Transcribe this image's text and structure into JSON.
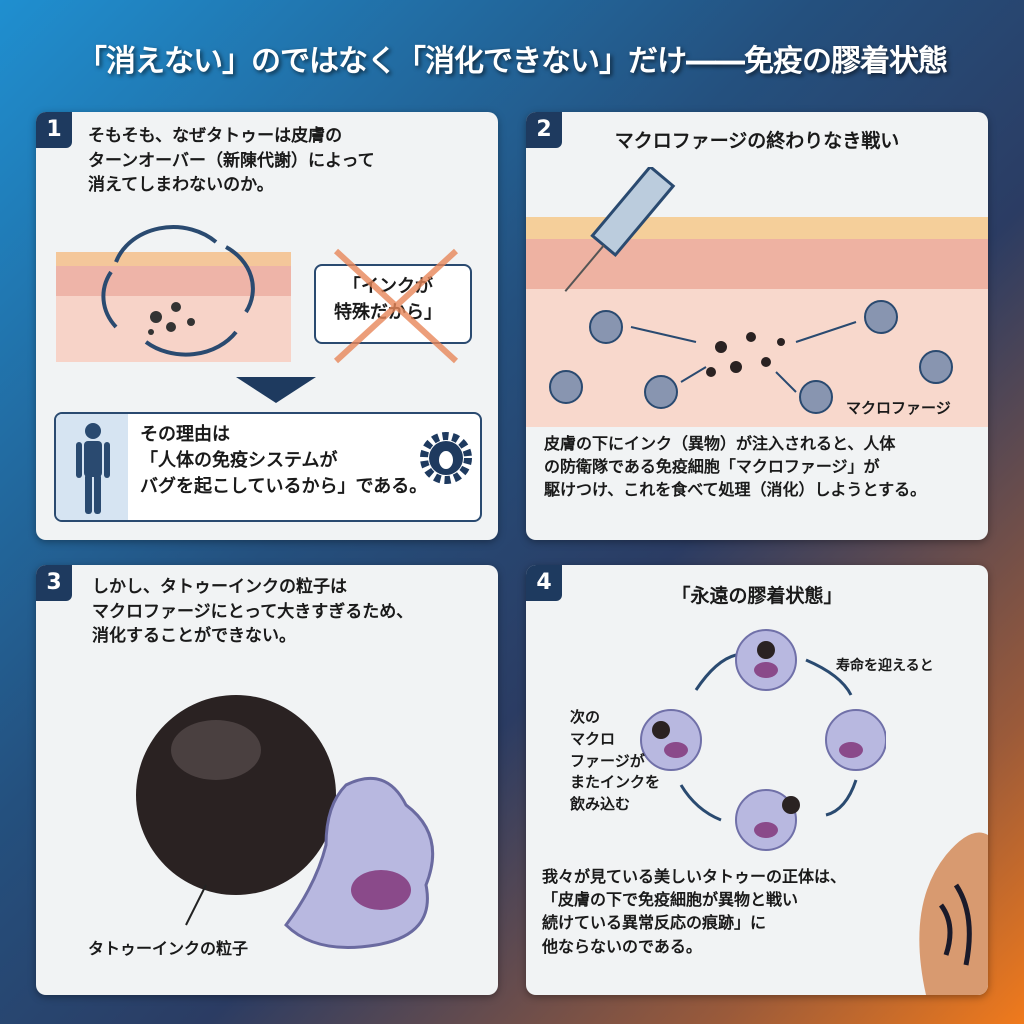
{
  "title": "「消えない」のではなく「消化できない」だけ――免疫の膠着状態",
  "panels": [
    {
      "number": "1",
      "text": [
        "そもそも、なぜタトゥーは皮膚の",
        "ターンオーバー（新陳代謝）によって",
        "消えてしまわないのか。"
      ],
      "crossed_label": [
        "「インクが",
        "特殊だから」"
      ],
      "reason": [
        "その理由は",
        "「人体の免疫システムが",
        "バグを起こしているから」である。"
      ]
    },
    {
      "number": "2",
      "heading": "マクロファージの終わりなき戦い",
      "cell_label": "マクロファージ",
      "text": [
        "皮膚の下にインク（異物）が注入されると、人体",
        "の防衛隊である免疫細胞「マクロファージ」が",
        "駆けつけ、これを食べて処理（消化）しようとする。"
      ]
    },
    {
      "number": "3",
      "text": [
        "しかし、タトゥーインクの粒子は",
        "マクロファージにとって大きすぎるため、",
        "消化することができない。"
      ],
      "particle_label": "タトゥーインクの粒子"
    },
    {
      "number": "4",
      "heading": "「永遠の膠着状態」",
      "lifespan_label": "寿命を迎えると",
      "next_label": [
        "次の",
        "マクロ",
        "ファージが",
        "またインクを",
        "飲み込む"
      ],
      "text": [
        "我々が見ている美しいタトゥーの正体は、",
        "「皮膚の下で免疫細胞が異物と戦い",
        "続けている異常反応の痕跡」に",
        "他ならないのである。"
      ]
    }
  ],
  "colors": {
    "navy": "#1e3a5f",
    "cross": "#e8875a",
    "cell": "#b8b8e0",
    "ink": "#2a2222"
  }
}
